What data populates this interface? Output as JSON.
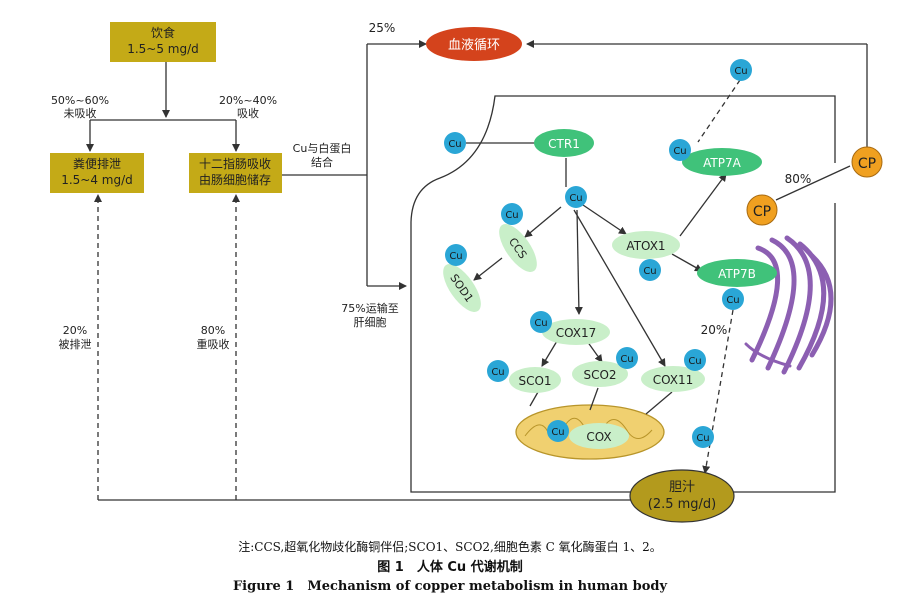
{
  "boxes": {
    "diet": [
      "饮食",
      "1.5~5 mg/d"
    ],
    "feces": [
      "粪便排泄",
      "1.5~4 mg/d"
    ],
    "duodenum": [
      "十二指肠吸收",
      "由肠细胞储存"
    ],
    "bile": [
      "胆汁",
      "(2.5 mg/d)"
    ],
    "blood": "血液循环"
  },
  "labels": {
    "unabsorbed": [
      "50%~60%",
      "未吸收"
    ],
    "absorbed": [
      "20%~40%",
      "吸收"
    ],
    "albumin": [
      "Cu与白蛋白",
      "结合"
    ],
    "excreted": [
      "20%",
      "被排泄"
    ],
    "reabsorbed": [
      "80%",
      "重吸收"
    ],
    "liver": [
      "75%运输至",
      "肝细胞"
    ],
    "pct_blood": "25%",
    "pct_cp": "80%",
    "pct_bile": "20%"
  },
  "proteins": {
    "ctr1": "CTR1",
    "ccs": "CCS",
    "sod1": "SOD1",
    "atox1": "ATOX1",
    "atp7a": "ATP7A",
    "atp7b": "ATP7B",
    "cox17": "COX17",
    "sco1": "SCO1",
    "sco2": "SCO2",
    "cox11": "COX11",
    "cox": "COX"
  },
  "cu": "Cu",
  "cp": "CP",
  "caption": {
    "note": "注:CCS,超氧化物歧化酶铜伴侣;SCO1、SCO2,细胞色素 C 氧化酶蛋白 1、2。",
    "cn": "图 1　人体 Cu 代谢机制",
    "en": "Figure 1　Mechanism of copper metabolism in human body"
  },
  "colors": {
    "olive_box": "#c4aa17",
    "blood": "#d4431c",
    "bile": "#b39a1d",
    "protein": "#40c27a",
    "protein_light": "#c9efc9",
    "cu": "#2aa6d6",
    "cp": "#f0a020",
    "mito": "#f0d070",
    "golgi": "#9467b6"
  }
}
